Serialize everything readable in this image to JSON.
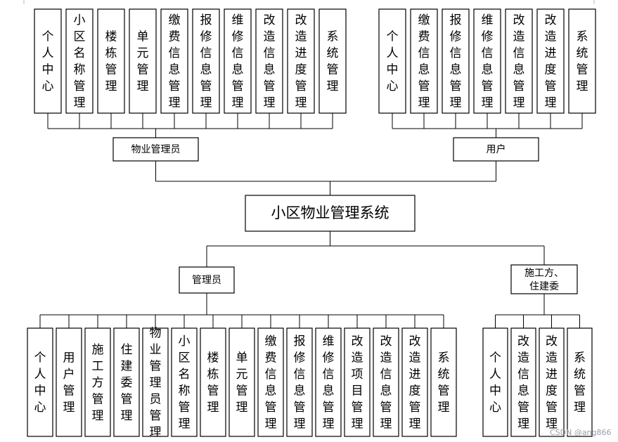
{
  "title": "小区物业管理系统",
  "branches": {
    "property_manager": {
      "label": "物业管理员",
      "modules": [
        "个人中心",
        "小区名称管理",
        "楼栋管理",
        "单元管理",
        "缴费信息管理",
        "报修信息管理",
        "维修信息管理",
        "改造信息管理",
        "改造进度管理",
        "系统管理"
      ]
    },
    "user": {
      "label": "用户",
      "modules": [
        "个人中心",
        "缴费信息管理",
        "报修信息管理",
        "维修信息管理",
        "改造信息管理",
        "改造进度管理",
        "系统管理"
      ]
    },
    "admin": {
      "label": "管理员",
      "modules": [
        "个人中心",
        "用户管理",
        "施工方管理",
        "住建委管理",
        "物业管理员管理",
        "小区名称管理",
        "楼栋管理",
        "单元管理",
        "缴费信息管理",
        "报修信息管理",
        "维修信息管理",
        "改造项目管理",
        "改造信息管理",
        "改造进度管理",
        "系统管理"
      ]
    },
    "contractor": {
      "label_lines": [
        "施工方、",
        "住建委"
      ],
      "modules": [
        "个人中心",
        "改造信息管理",
        "改造进度管理",
        "系统管理"
      ]
    }
  },
  "watermark": "CSDN @ang866"
}
